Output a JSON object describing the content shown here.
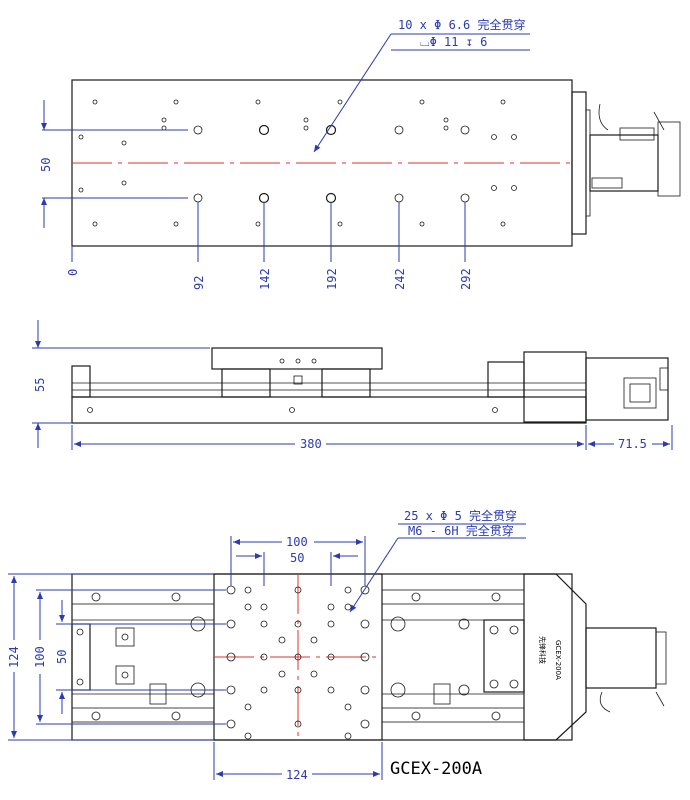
{
  "top_view": {
    "hole_callout_1": "10 x Φ 6.6 完全贯穿",
    "hole_callout_2": "⌴Φ 11 ↧ 6",
    "dim_vertical": "50",
    "hole_positions": [
      "0",
      "92",
      "142",
      "192",
      "242",
      "292"
    ]
  },
  "side_view": {
    "height": "55",
    "length": "380",
    "motor_length": "71.5"
  },
  "bottom_view": {
    "hole_callout_1": "25 x Φ 5 完全贯穿",
    "hole_callout_2": "M6 - 6H 完全贯穿",
    "dim_top_outer": "100",
    "dim_top_inner": "50",
    "dim_left_outer": "124",
    "dim_left_mid": "100",
    "dim_left_inner": "50",
    "dim_bottom": "124",
    "model": "GCEX-200A",
    "label_brand": "先锋科技",
    "label_model": "GCEX-200A"
  }
}
